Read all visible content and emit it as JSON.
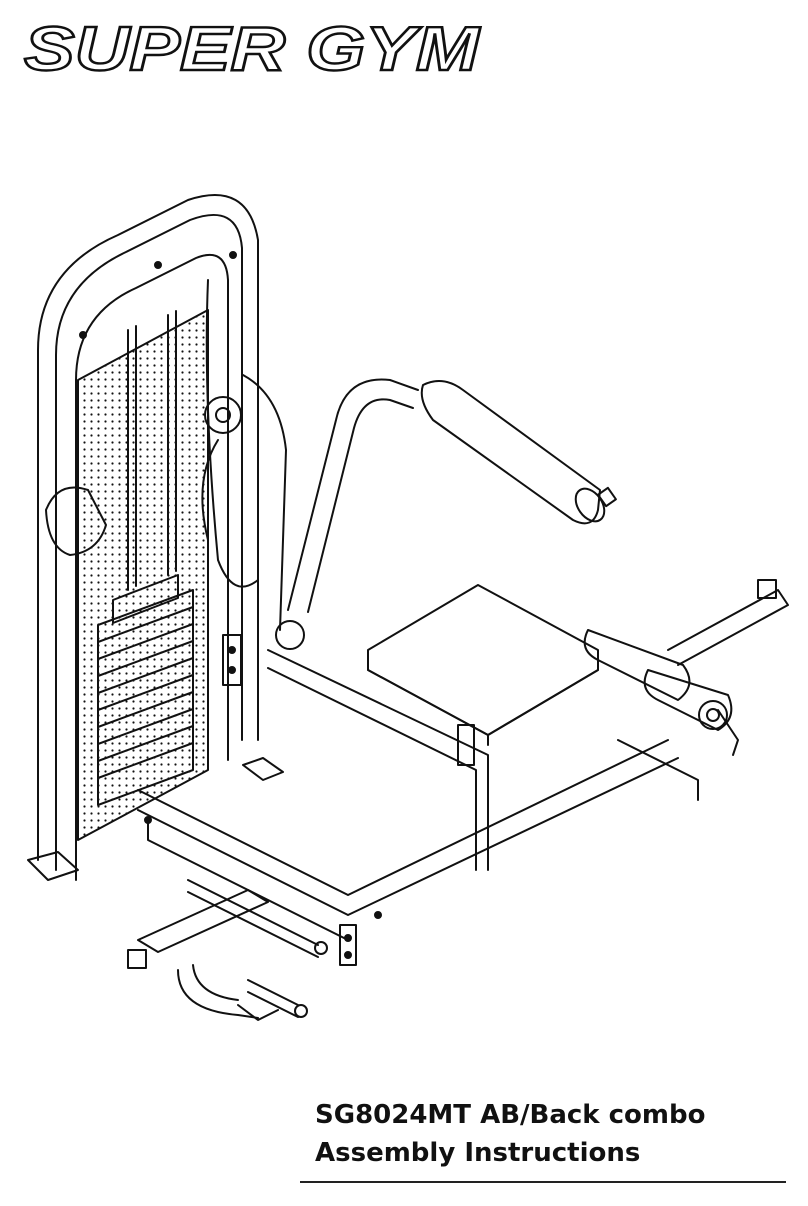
{
  "brand": {
    "name": "SUPER GYM"
  },
  "document": {
    "title_line1": "SG8024MT AB/Back combo",
    "title_line2": "Assembly Instructions"
  },
  "illustration": {
    "subject": "machine-line-drawing"
  },
  "colors": {
    "ink": "#111111",
    "background": "#ffffff"
  }
}
